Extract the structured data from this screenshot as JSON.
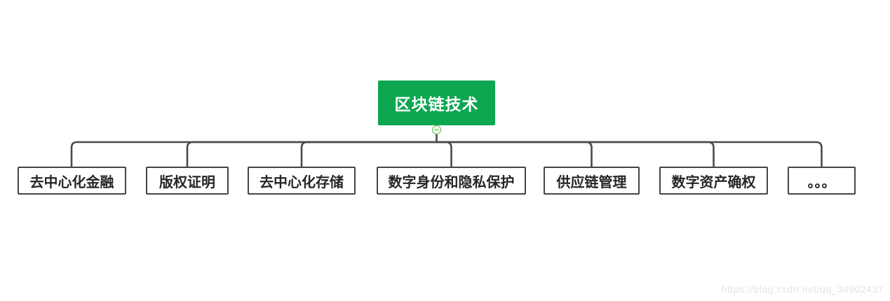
{
  "mindmap": {
    "root": {
      "label": "区块链技术",
      "bg_color": "#0ca750",
      "text_color": "#ffffff"
    },
    "collapse_button": {
      "icon": "minus-icon",
      "border_color": "#62b54e",
      "fill_color": "#f2faee"
    },
    "children": [
      {
        "label": "去中心化金融"
      },
      {
        "label": "版权证明"
      },
      {
        "label": "去中心化存储"
      },
      {
        "label": "数字身份和隐私保护"
      },
      {
        "label": "供应链管理"
      },
      {
        "label": "数字资产确权"
      },
      {
        "label": "。。。"
      }
    ],
    "connector_color": "#4a4a4a",
    "child_border_color": "#454545",
    "child_text_color": "#262626"
  },
  "watermark": {
    "text": "https://blog.csdn.net/qq_34902437",
    "color": "#e3e3e3"
  }
}
